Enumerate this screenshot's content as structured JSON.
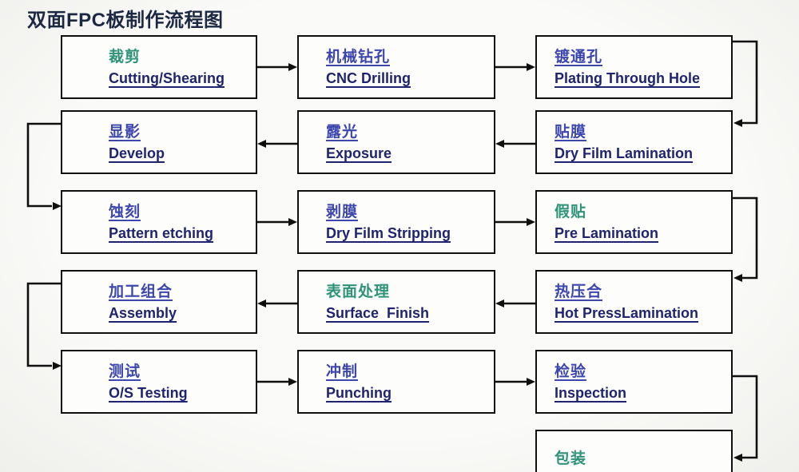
{
  "title": "双面FPC板制作流程图",
  "colors": {
    "chinese_green": "#2f9377",
    "chinese_blue": "#3c46ad",
    "english_navy": "#20246e",
    "title_navy": "#1c2742",
    "line_black": "#0f0f0f",
    "box_fill": "#fdfdfc",
    "background": "#f7f7f4"
  },
  "boxes": [
    {
      "zh": "裁剪",
      "en": "Cutting/Shearing",
      "zh_color": "green"
    },
    {
      "zh": "机械钻孔",
      "en": "CNC Drilling",
      "zh_color": "blue"
    },
    {
      "zh": "镀通孔",
      "en": "Plating Through Hole",
      "zh_color": "blue"
    },
    {
      "zh": "贴膜",
      "en": "Dry Film Lamination",
      "zh_color": "blue"
    },
    {
      "zh": "露光",
      "en": "Exposure",
      "zh_color": "blue"
    },
    {
      "zh": "显影",
      "en": "Develop",
      "zh_color": "blue"
    },
    {
      "zh": "蚀刻",
      "en": "Pattern etching",
      "zh_color": "blue"
    },
    {
      "zh": "剥膜",
      "en": "Dry Film Stripping",
      "zh_color": "blue"
    },
    {
      "zh": "假贴",
      "en": "Pre Lamination",
      "zh_color": "green"
    },
    {
      "zh": "热压合",
      "en": "Hot PressLamination",
      "zh_color": "blue"
    },
    {
      "zh": "表面处理",
      "en": "Surface  Finish",
      "zh_color": "green"
    },
    {
      "zh": "加工组合",
      "en": "Assembly",
      "zh_color": "blue"
    },
    {
      "zh": "测试",
      "en": "O/S Testing",
      "zh_color": "blue"
    },
    {
      "zh": "冲制",
      "en": "Punching",
      "zh_color": "blue"
    },
    {
      "zh": "检验",
      "en": "Inspection",
      "zh_color": "blue"
    },
    {
      "zh": "包装",
      "en": "",
      "zh_color": "green"
    }
  ]
}
